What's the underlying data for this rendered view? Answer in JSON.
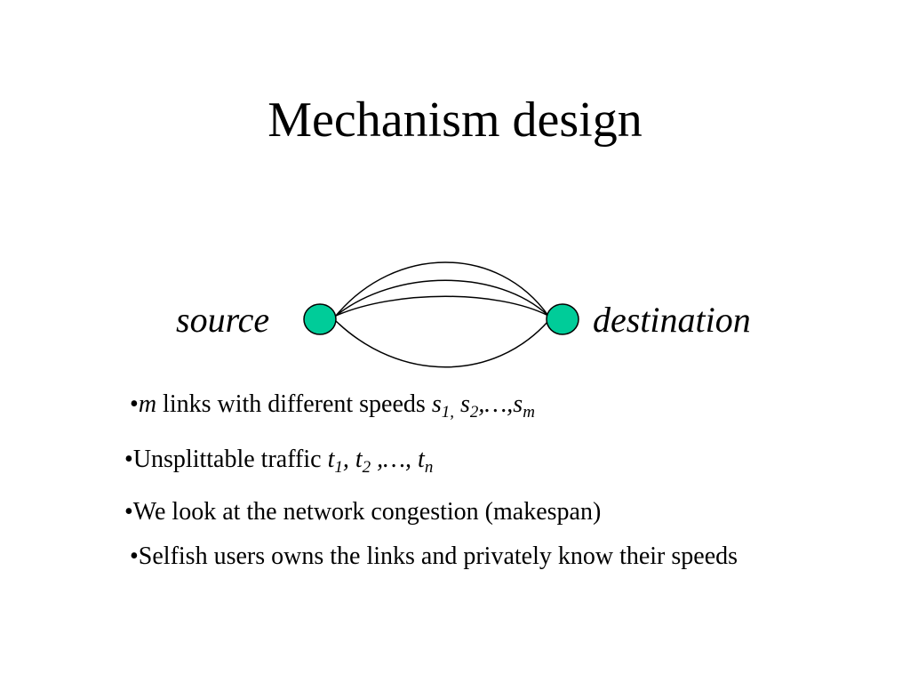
{
  "title": "Mechanism design",
  "diagram": {
    "source_label": "source",
    "destination_label": "destination",
    "node_color": "#00CC99",
    "node_stroke": "#000000"
  },
  "bullets": {
    "b1": {
      "marker": "•",
      "var": "m",
      "text": " links with different speeds ",
      "s1": "s",
      "s1_sub": "1,",
      "s2": " s",
      "s2_sub": "2",
      "sep": ",…,",
      "sm": "s",
      "sm_sub": "m"
    },
    "b2": {
      "marker": "•",
      "text": "Unsplittable traffic ",
      "t1": "t",
      "t1_sub": "1",
      "t2": ", t",
      "t2_sub": "2",
      "sep": " ,…, ",
      "tn": "t",
      "tn_sub": "n"
    },
    "b3": {
      "text": "•We look at the network congestion (makespan)"
    },
    "b4": {
      "text": "•Selfish users owns the links and privately know their speeds"
    }
  }
}
